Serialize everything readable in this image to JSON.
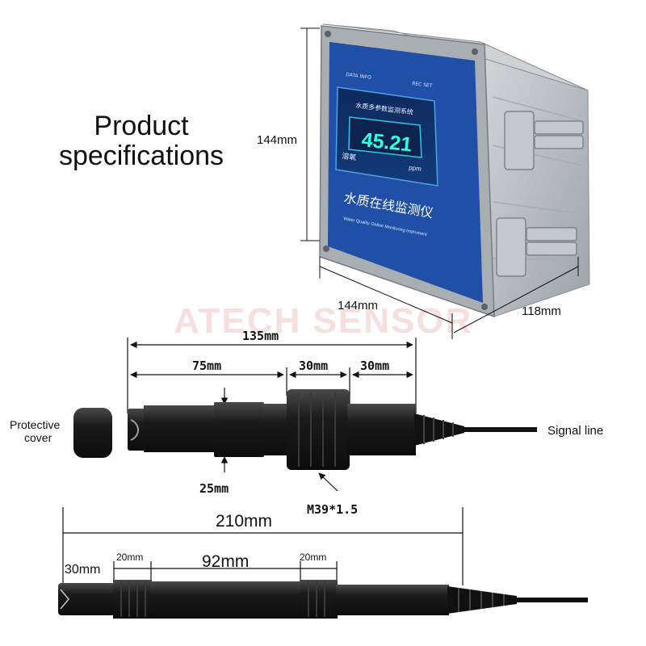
{
  "title": [
    "Product",
    "specifications"
  ],
  "watermark": "ATECH SENSOR",
  "instrument": {
    "screen_title": "水质多参数监测系统",
    "reading": "45.21",
    "unit": "ppm",
    "label_left": "溶氧",
    "top_left_caption": "DATA INFO",
    "top_right_caption": "REC  SET",
    "name_cn": "水质在线监测仪",
    "name_en": "Water Quality Online Monitoring Instrument"
  },
  "dimensions": {
    "height": "144mm",
    "width": "144mm",
    "depth": "118mm",
    "probe_total": "135mm",
    "probe_body": "75mm",
    "probe_thread": "30mm",
    "probe_tail": "30mm",
    "probe_diameter": "25mm",
    "thread_spec": "M39*1.5",
    "sensor_total": "210mm",
    "sensor_tip": "30mm",
    "sensor_seg_a": "20mm",
    "sensor_body": "92mm",
    "sensor_seg_b": "20mm"
  },
  "labels": {
    "protective_cover": [
      "Protective",
      "cover"
    ],
    "signal_line": "Signal line"
  },
  "colors": {
    "screen_blue": "#1f4fa6",
    "housing_gray": "#b9bdc1",
    "reading_green": "#33ffe0",
    "sensor_black": "#1a1a1a"
  }
}
